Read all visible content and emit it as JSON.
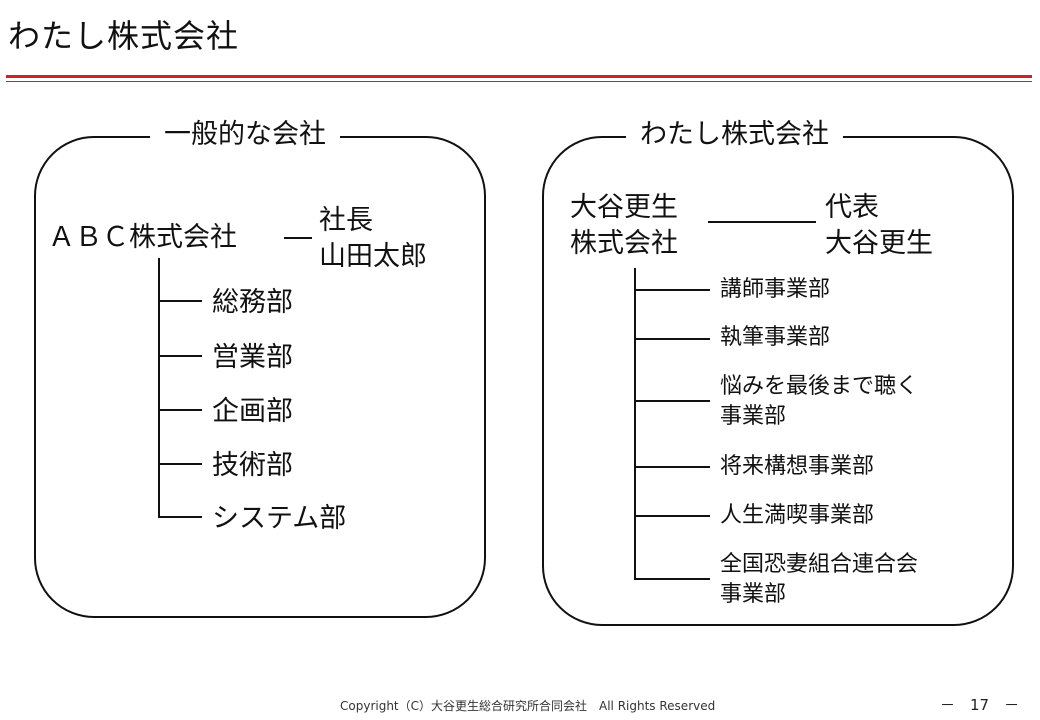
{
  "slide_title": "わたし株式会社",
  "left": {
    "title": "一般的な会社",
    "company": "ＡＢＣ株式会社",
    "president_role": "社長",
    "president_name": "山田太郎",
    "departments": [
      "総務部",
      "営業部",
      "企画部",
      "技術部",
      "システム部"
    ]
  },
  "right": {
    "title": "わたし株式会社",
    "company_line1": "大谷更生",
    "company_line2": "株式会社",
    "representative_role": "代表",
    "representative_name": "大谷更生",
    "departments": [
      {
        "line1": "講師事業部",
        "line2": ""
      },
      {
        "line1": "執筆事業部",
        "line2": ""
      },
      {
        "line1": "悩みを最後まで聴く",
        "line2": "事業部"
      },
      {
        "line1": "将来構想事業部",
        "line2": ""
      },
      {
        "line1": "人生満喫事業部",
        "line2": ""
      },
      {
        "line1": "全国恐妻組合連合会",
        "line2": "事業部"
      }
    ]
  },
  "footer": {
    "copyright": "Copyright（C）大谷更生総合研究所合同会社　All Rights Reserved",
    "page": "－　17　－"
  },
  "colors": {
    "accent_rule": "#d32027",
    "line": "#111111"
  }
}
